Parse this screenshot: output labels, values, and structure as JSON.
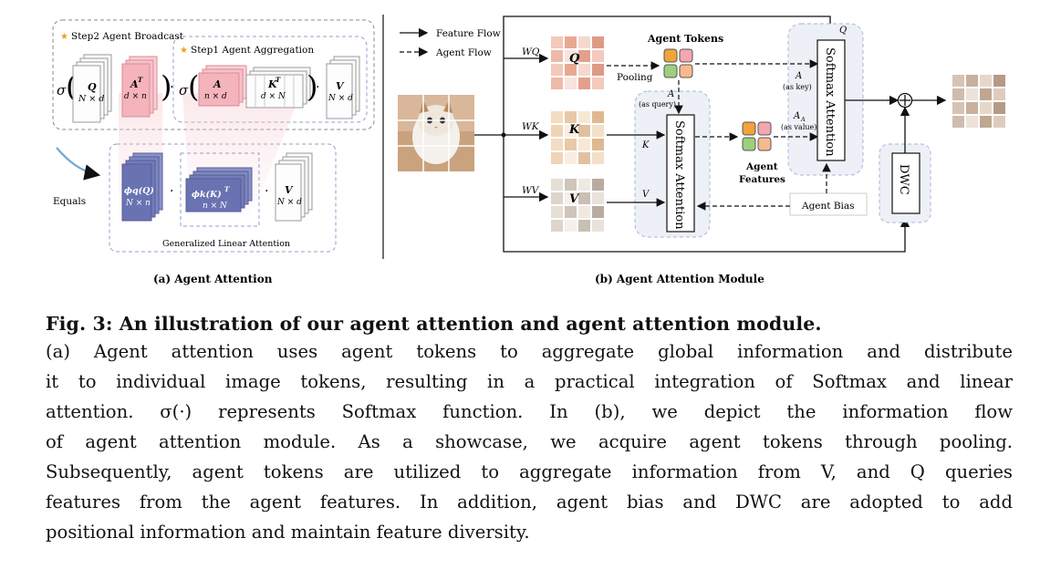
{
  "panel_a": {
    "label": "(a) Agent Attention",
    "step2": "Step2  Agent Broadcast",
    "step1": "Step1  Agent Aggregation",
    "equals": "Equals",
    "generalized": "Generalized Linear Attention",
    "sigma": "σ",
    "dot": "·",
    "Q": "Q",
    "Q_dim": "N × d",
    "AT": "A",
    "AT_sup": "T",
    "AT_dim": "d × n",
    "A": "A",
    "A_dim": "n × d",
    "KT": "K",
    "KT_sup": "T",
    "KT_dim": "d × N",
    "V": "V",
    "V_dim": "N × d",
    "phiQ": "ϕq(Q)",
    "phiQ_dim": "N × n",
    "phiK": "ϕk(K)",
    "phiK_sup": "T",
    "phiK_dim": "n × N"
  },
  "panel_b": {
    "label": "(b) Agent Attention Module",
    "legend_feature": "Feature Flow",
    "legend_agent": "Agent Flow",
    "WQ": "WQ",
    "WK": "WK",
    "WV": "WV",
    "Q": "Q",
    "K": "K",
    "V": "V",
    "agent_tokens": "Agent Tokens",
    "pooling": "Pooling",
    "A": "A",
    "as_query": "(as query)",
    "as_key": "(as key)",
    "A_A": "A",
    "A_A_sub": "A",
    "as_value": "(as value)",
    "softmax": "Softmax Attention",
    "agent_features_1": "Agent",
    "agent_features_2": "Features",
    "agent_bias": "Agent Bias",
    "dwc": "DWC",
    "plus": "+",
    "K_label": "K",
    "V_label": "V",
    "Q_label": "Q"
  },
  "caption": {
    "title": "Fig. 3:  An illustration of our agent attention and agent attention module.",
    "lines": [
      "(a) Agent attention uses agent tokens to aggregate global information and distribute",
      "it to individual image tokens, resulting in a practical integration of Softmax and linear",
      "attention. σ(·) represents Softmax function. In (b), we depict the information flow",
      "of agent attention module. As a showcase, we acquire agent tokens through pooling.",
      "Subsequently, agent tokens are utilized to aggregate information from V, and Q queries",
      "features from the agent features. In addition, agent bias and DWC are adopted to add",
      "positional information and maintain feature diversity."
    ]
  },
  "colors": {
    "pink": "#f4b6bd",
    "purple": "#6f78b8",
    "agent_orange": "#f0a43a",
    "agent_pink": "#f3a7b0",
    "agent_green": "#9dcf7d",
    "agent_peach": "#f7b98e",
    "q_grid": "#e7b6a7",
    "k_grid": "#ecd5b8",
    "v_grid": "#d6d0c8",
    "panel_bg": "#eef0f8"
  }
}
